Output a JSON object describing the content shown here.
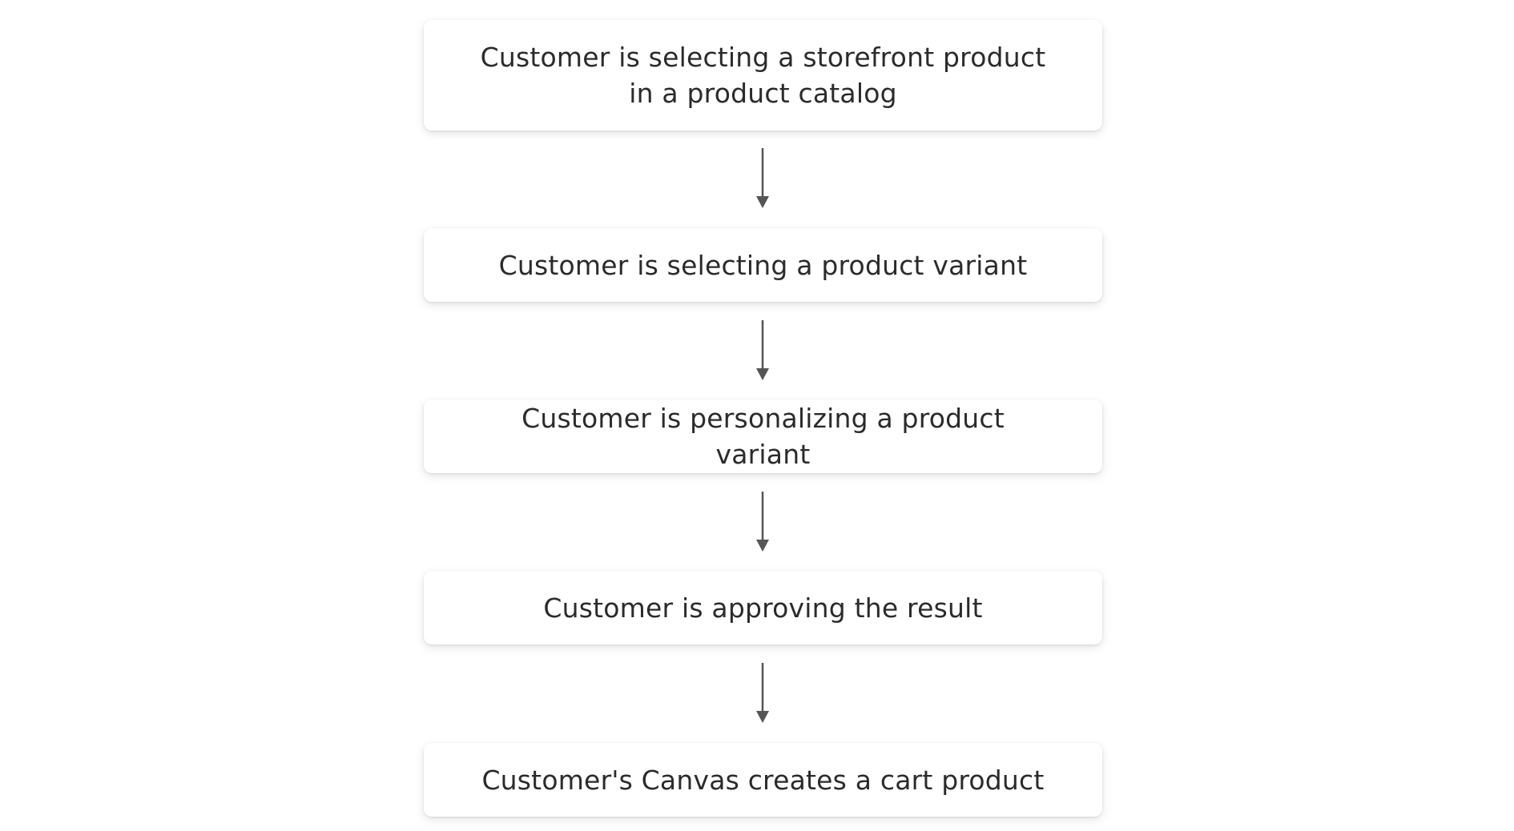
{
  "steps": [
    {
      "label": "Customer is selecting a storefront product\nin a product catalog"
    },
    {
      "label": "Customer is selecting a product variant"
    },
    {
      "label": "Customer is personalizing a product variant"
    },
    {
      "label": "Customer is approving the result"
    },
    {
      "label": "Customer's Canvas creates a cart product"
    }
  ],
  "colors": {
    "arrow": "#555555",
    "text": "#2b2b2b",
    "box_background": "#ffffff"
  },
  "icons": {
    "connector": "arrow-down-icon"
  }
}
